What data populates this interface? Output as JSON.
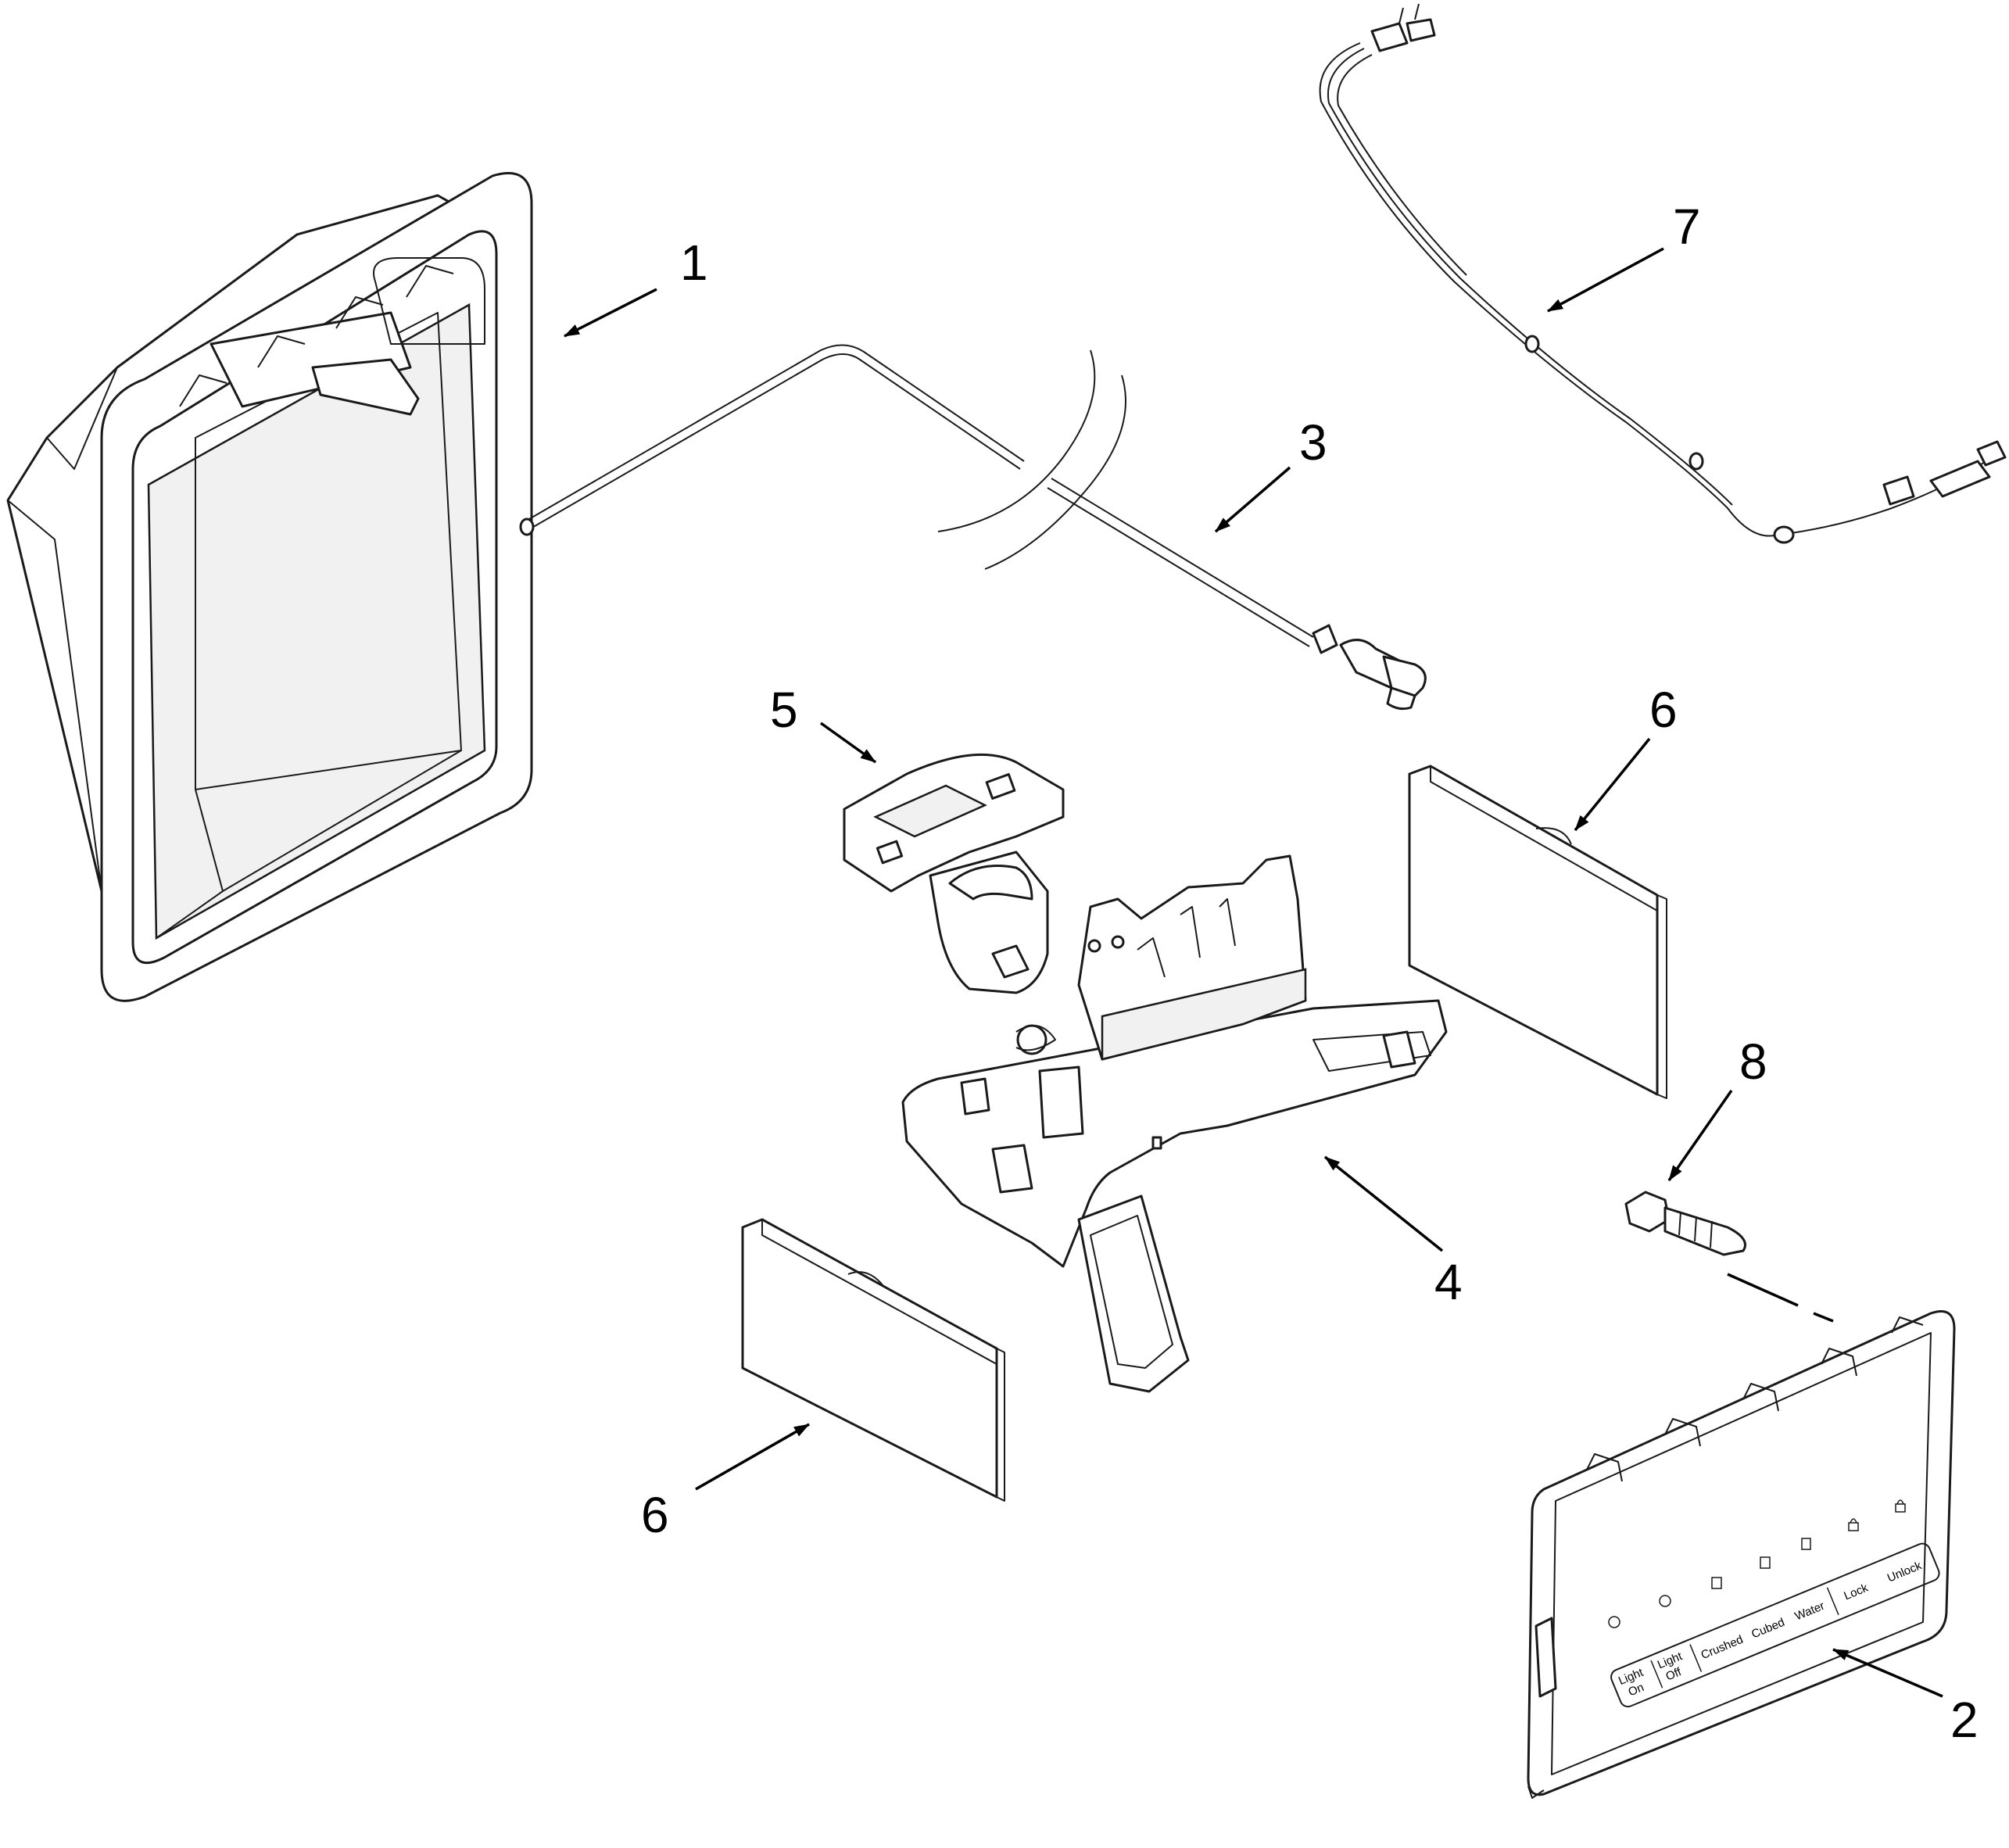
{
  "callouts": {
    "c1": "1",
    "c2": "2",
    "c3": "3",
    "c4": "4",
    "c5": "5",
    "c6a": "6",
    "c6b": "6",
    "c7": "7",
    "c8": "8"
  },
  "control_panel_labels": {
    "light_on_1": "Light",
    "light_on_2": "On",
    "light_off_1": "Light",
    "light_off_2": "Off",
    "crushed": "Crushed",
    "cubed": "Cubed",
    "water": "Water",
    "lock": "Lock",
    "unlock": "Unlock"
  },
  "colors": {
    "line": "#1a1a1a",
    "background": "#ffffff"
  }
}
